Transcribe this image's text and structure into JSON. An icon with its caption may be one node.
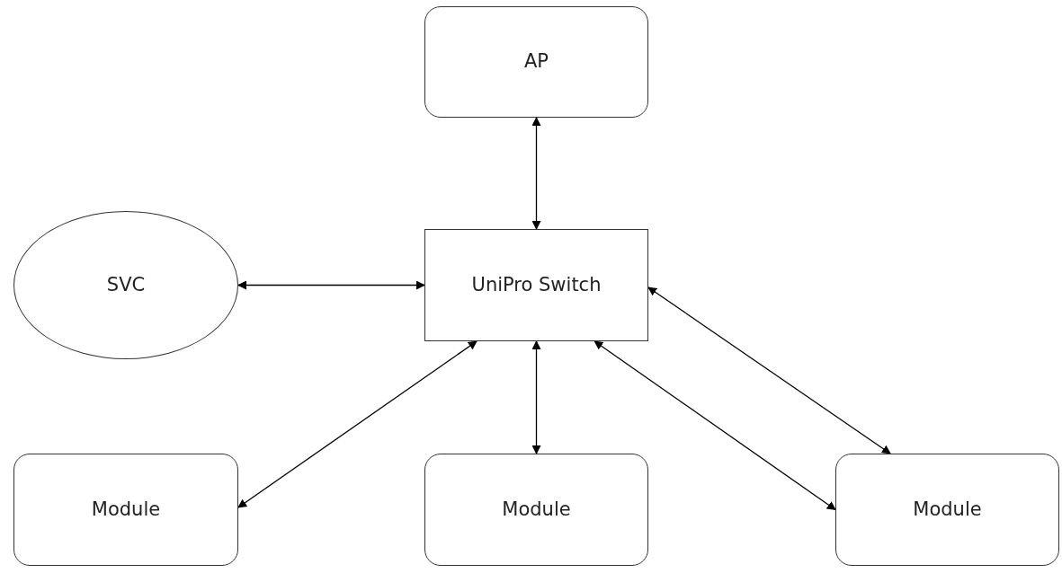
{
  "diagram": {
    "nodes": [
      {
        "text": [
          "AP"
        ]
      },
      {
        "text": [
          "SVC"
        ]
      },
      {
        "text": [
          "UniPro Switch"
        ]
      },
      {
        "text": [
          "Module"
        ]
      },
      {
        "text": [
          "Module"
        ]
      },
      {
        "text": [
          "Module"
        ]
      }
    ],
    "edges": [
      {
        "from": 0,
        "to": 2,
        "arrow": "both"
      },
      {
        "from": 1,
        "to": 2,
        "arrow": "both"
      },
      {
        "from": 2,
        "to": 3,
        "arrow": "both"
      },
      {
        "from": 2,
        "to": 4,
        "arrow": "both"
      },
      {
        "from": 2,
        "to": 5,
        "arrow": "both"
      },
      {
        "from": 2,
        "to": 5,
        "arrow": "both"
      }
    ]
  }
}
